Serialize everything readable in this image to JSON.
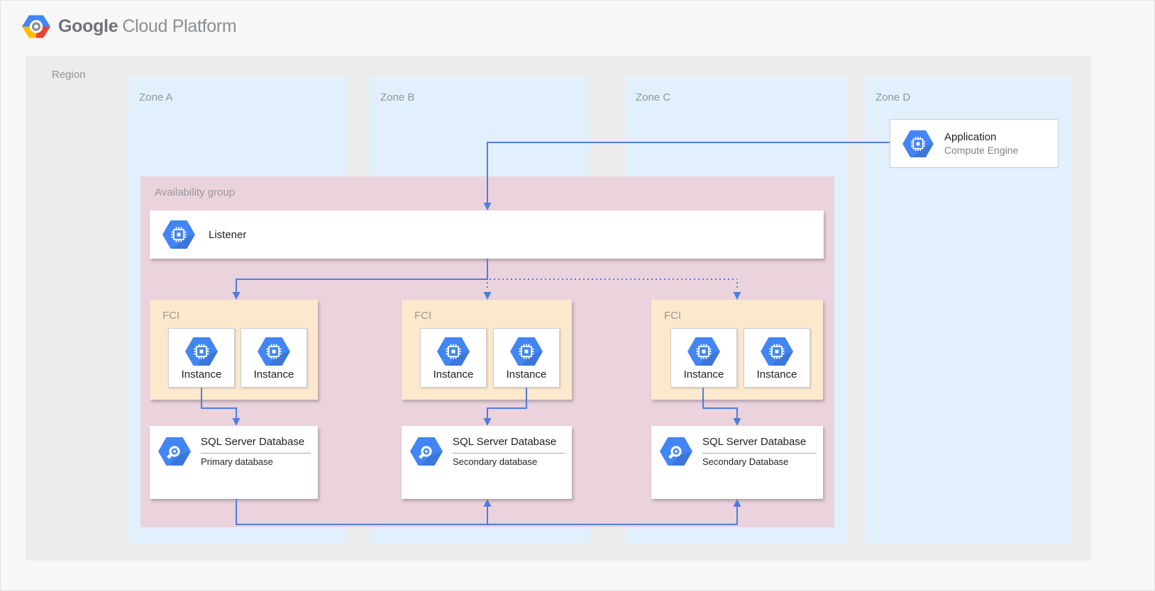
{
  "header": {
    "brand_primary": "Google",
    "brand_secondary": "Cloud Platform",
    "logo_icon": "google-cloud-hexagon-logo"
  },
  "region": {
    "label": "Region",
    "zones": [
      {
        "label": "Zone A"
      },
      {
        "label": "Zone B"
      },
      {
        "label": "Zone C"
      },
      {
        "label": "Zone D"
      }
    ]
  },
  "application": {
    "title": "Application",
    "subtitle": "Compute Engine",
    "icon": "compute-engine-icon"
  },
  "availability_group": {
    "label": "Availability group",
    "listener": {
      "label": "Listener",
      "icon": "compute-engine-icon"
    },
    "fci_groups": [
      {
        "label": "FCI",
        "instances": [
          {
            "label": "Instance",
            "icon": "compute-engine-icon"
          },
          {
            "label": "Instance",
            "icon": "compute-engine-icon"
          }
        ]
      },
      {
        "label": "FCI",
        "instances": [
          {
            "label": "Instance",
            "icon": "compute-engine-icon"
          },
          {
            "label": "Instance",
            "icon": "compute-engine-icon"
          }
        ]
      },
      {
        "label": "FCI",
        "instances": [
          {
            "label": "Instance",
            "icon": "compute-engine-icon"
          },
          {
            "label": "Instance",
            "icon": "compute-engine-icon"
          }
        ]
      }
    ],
    "databases": [
      {
        "title": "SQL Server Database",
        "role": "Primary database",
        "icon": "cloud-sql-icon"
      },
      {
        "title": "SQL Server Database",
        "role": "Secondary database",
        "icon": "cloud-sql-icon"
      },
      {
        "title": "SQL Server Database",
        "role": "Secondary Database",
        "icon": "cloud-sql-icon"
      }
    ]
  },
  "connections": [
    {
      "from": "application",
      "to": "listener",
      "style": "solid-arrow"
    },
    {
      "from": "listener",
      "to": "fci-zone-a",
      "style": "solid-arrow"
    },
    {
      "from": "listener",
      "to": "fci-zone-b",
      "style": "dotted-arrow"
    },
    {
      "from": "listener",
      "to": "fci-zone-c",
      "style": "dotted-arrow"
    },
    {
      "from": "fci-zone-a-instance",
      "to": "primary-database",
      "style": "solid-arrow"
    },
    {
      "from": "fci-zone-b-instance",
      "to": "secondary-database-zone-b",
      "style": "solid-arrow"
    },
    {
      "from": "fci-zone-c-instance",
      "to": "secondary-database-zone-c",
      "style": "solid-arrow"
    },
    {
      "from": "primary-database",
      "to": "secondary-database-zone-b",
      "style": "solid-arrow"
    },
    {
      "from": "primary-database",
      "to": "secondary-database-zone-c",
      "style": "solid-arrow"
    }
  ],
  "colors": {
    "connector_blue": "#4c7de2",
    "icon_blue": "#4285f4",
    "zone_fill": "#e1f0fc",
    "region_fill": "#ececec",
    "group_fill": "#ead3dd",
    "fci_fill": "#fce8cd",
    "page_bg": "#f7f7f7",
    "logo_blue": "#4285f4",
    "logo_red": "#ea4335",
    "logo_yellow": "#fbbc05"
  }
}
